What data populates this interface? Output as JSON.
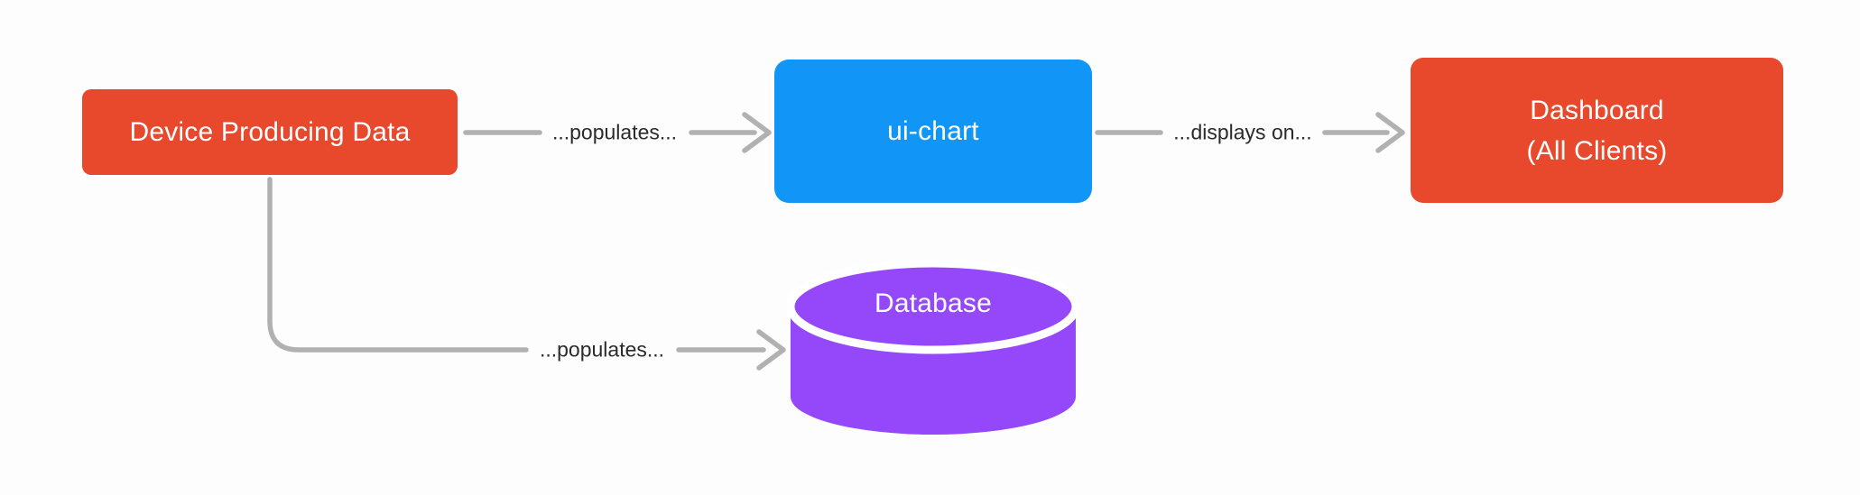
{
  "diagram": {
    "background": "#FDFDFD",
    "colors": {
      "node_orange": "#E8492C",
      "node_blue": "#1196F8",
      "node_purple": "#9448FA",
      "cylinder_gap": "#FFFFFF",
      "edge": "#B1B1B1",
      "edge_label_text": "#2B2B2B",
      "node_text": "#FFFFFF"
    },
    "nodes": {
      "device": {
        "label": "Device Producing Data",
        "shape": "rounded-rect"
      },
      "ui_chart": {
        "label": "ui-chart",
        "shape": "rounded-rect"
      },
      "dashboard": {
        "label_line1": "Dashboard",
        "label_line2": "(All Clients)",
        "shape": "rounded-rect"
      },
      "database": {
        "label": "Database",
        "shape": "cylinder"
      }
    },
    "edges": {
      "device_to_ui_chart": {
        "label": "...populates...",
        "direction": "right"
      },
      "ui_chart_to_dashboard": {
        "label": "...displays on...",
        "direction": "right"
      },
      "device_to_database": {
        "label": "...populates...",
        "direction": "down-right-elbow"
      }
    }
  }
}
